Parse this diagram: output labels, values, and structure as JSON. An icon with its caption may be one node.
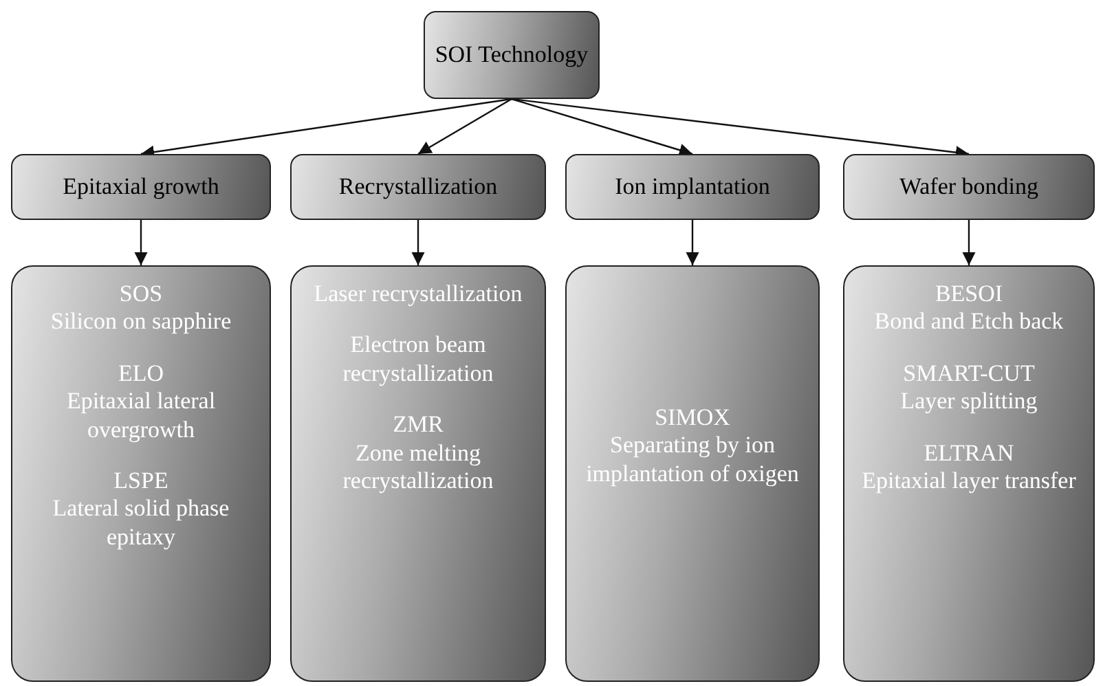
{
  "diagram": {
    "nodes": [
      {
        "text": [
          "SOI Technology"
        ]
      },
      {
        "text": [
          "Epitaxial growth"
        ]
      },
      {
        "text": [
          "Recrystallization"
        ]
      },
      {
        "text": [
          "Ion implantation"
        ]
      },
      {
        "text": [
          "Wafer bonding"
        ]
      },
      {
        "text": [
          "SOS",
          "Silicon on sapphire",
          "ELO",
          "Epitaxial lateral overgrowth",
          "LSPE",
          "Lateral solid phase epitaxy"
        ]
      },
      {
        "text": [
          "Laser recrystallization",
          "Electron beam recrystallization",
          "ZMR",
          "Zone melting recrystallization"
        ]
      },
      {
        "text": [
          "SIMOX",
          "Separating by ion implantation of oxigen"
        ]
      },
      {
        "text": [
          "BESOI",
          "Bond and Etch back",
          "SMART-CUT",
          "Layer splitting",
          "ELTRAN",
          "Epitaxial layer transfer"
        ]
      }
    ],
    "edges": [
      {
        "from": 0,
        "to": 1,
        "arrow": "to"
      },
      {
        "from": 0,
        "to": 2,
        "arrow": "to"
      },
      {
        "from": 0,
        "to": 3,
        "arrow": "to"
      },
      {
        "from": 0,
        "to": 4,
        "arrow": "to"
      },
      {
        "from": 1,
        "to": 5,
        "arrow": "to"
      },
      {
        "from": 2,
        "to": 6,
        "arrow": "to"
      },
      {
        "from": 3,
        "to": 7,
        "arrow": "to"
      },
      {
        "from": 4,
        "to": 8,
        "arrow": "to"
      }
    ]
  }
}
